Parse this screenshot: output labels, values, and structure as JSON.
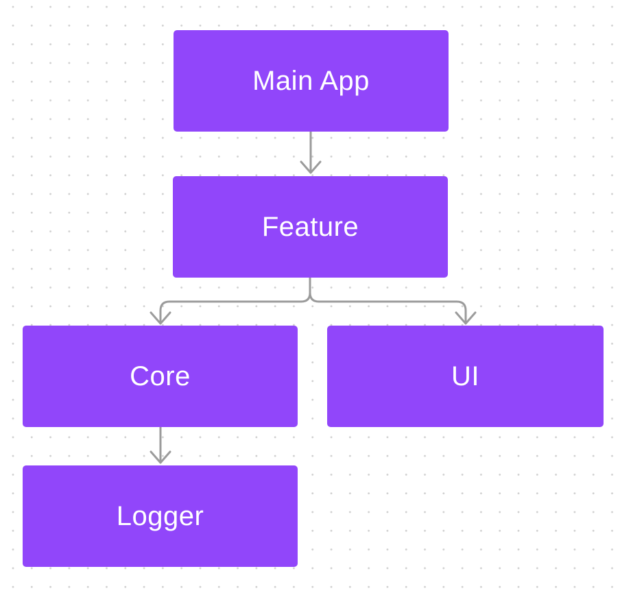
{
  "nodes": [
    {
      "id": "main-app",
      "label": "Main App"
    },
    {
      "id": "feature",
      "label": "Feature"
    },
    {
      "id": "core",
      "label": "Core"
    },
    {
      "id": "ui",
      "label": "UI"
    },
    {
      "id": "logger",
      "label": "Logger"
    }
  ],
  "edges": [
    {
      "from": "Main App",
      "to": "Feature"
    },
    {
      "from": "Feature",
      "to": "Core"
    },
    {
      "from": "Feature",
      "to": "UI"
    },
    {
      "from": "Core",
      "to": "Logger"
    }
  ],
  "colors": {
    "node-fill": "#9146FA",
    "node-text": "#FFFFFF",
    "connector": "#9B9B9B",
    "canvas-bg": "#FFFFFF",
    "grid-dot": "#CFCFCF"
  }
}
